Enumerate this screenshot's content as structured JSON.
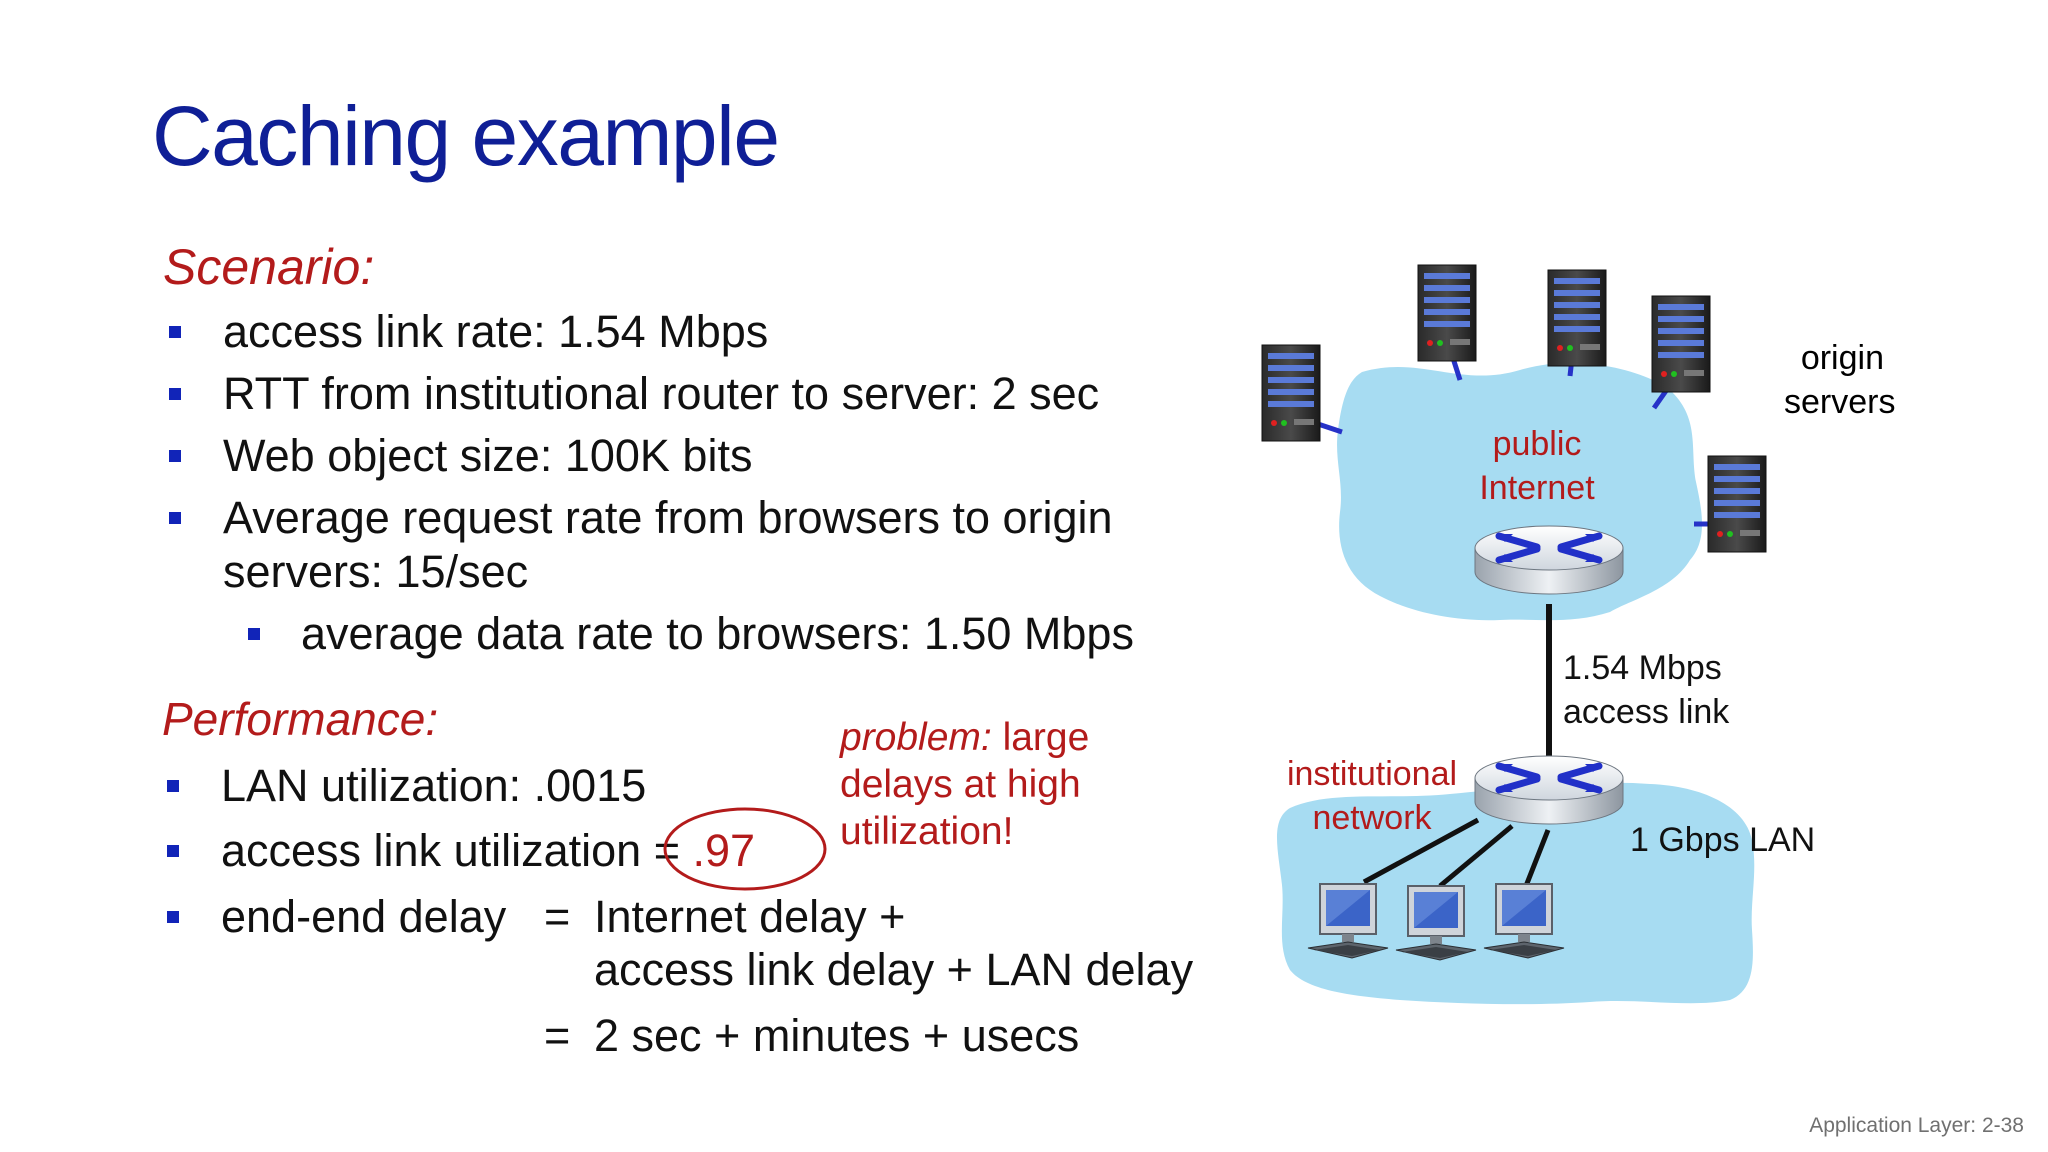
{
  "slide": {
    "title": "Caching example",
    "footer": "Application Layer: 2-38"
  },
  "scenario": {
    "heading": "Scenario:",
    "items": [
      "access link rate: 1.54 Mbps",
      "RTT from institutional router to server: 2 sec",
      "Web object size: 100K bits",
      "Average request rate from browsers to origin",
      "servers: 15/sec"
    ],
    "sub_item": "average data rate to browsers: 1.50 Mbps"
  },
  "performance": {
    "heading": "Performance:",
    "lan_util": "LAN utilization: .0015",
    "access_util_label": "access link utilization",
    "access_util_eq": " = ",
    "access_util_value": ".97",
    "delay_line1_label": "end-end delay",
    "delay_line1_eq": "=",
    "delay_line1_value": "Internet delay +",
    "delay_line2": "access link delay + LAN delay",
    "delay_line3_eq": "=",
    "delay_line3_value": "2 sec + minutes + usecs"
  },
  "note": {
    "problem_label": "problem:",
    "line1_rest": " large",
    "line2": "delays at high",
    "line3": "utilization!"
  },
  "diagram": {
    "origin_servers_line1": "origin",
    "origin_servers_line2": "servers",
    "public_internet_line1": "public",
    "public_internet_line2": "Internet",
    "access_link_line1": "1.54 Mbps",
    "access_link_line2": "access link",
    "institutional_line1": "institutional",
    "institutional_line2": "network",
    "lan_label": "1 Gbps LAN"
  },
  "colors": {
    "title": "#0f1f96",
    "emphasis": "#b31b1b",
    "bullet": "#1124b8",
    "cloud": "#a7dcf2"
  }
}
